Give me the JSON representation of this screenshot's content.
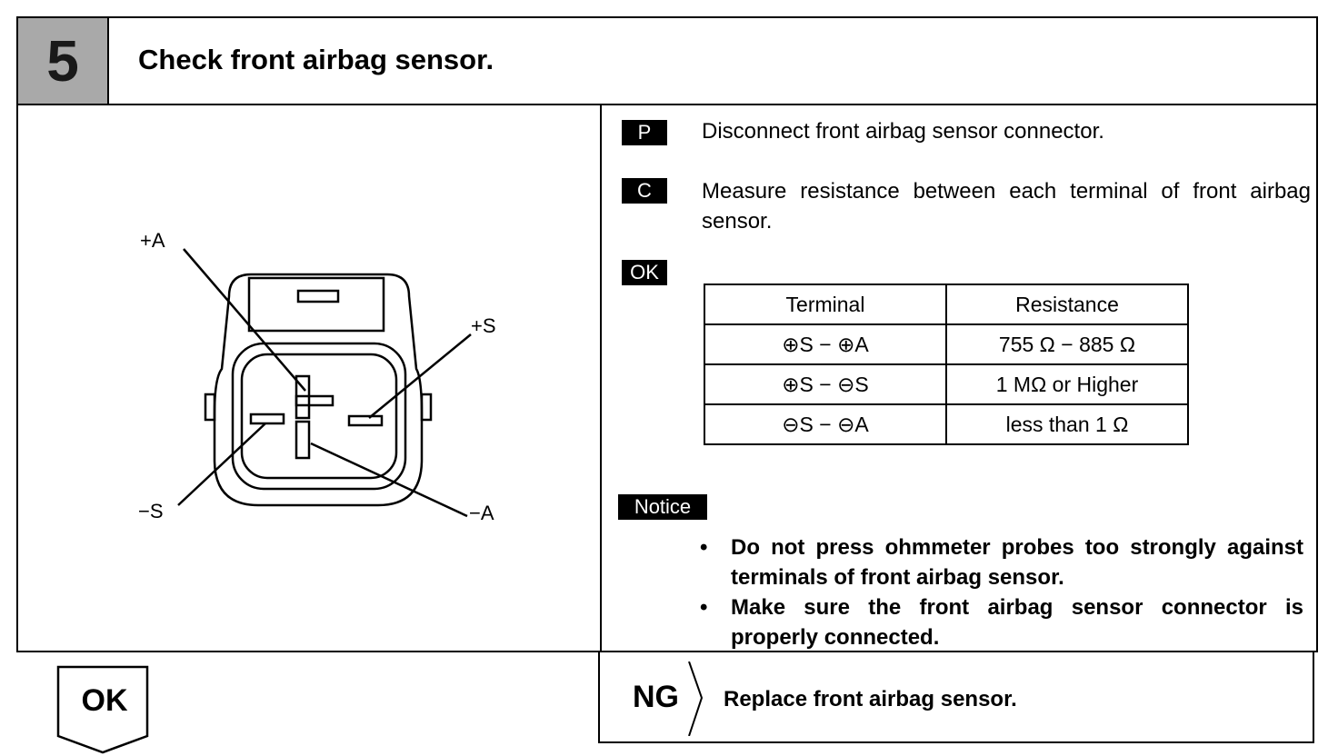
{
  "header": {
    "step_number": "5",
    "title": "Check front airbag sensor."
  },
  "diagram": {
    "labels": {
      "plus_a": "+A",
      "plus_s": "+S",
      "minus_s": "−S",
      "minus_a": "−A"
    }
  },
  "instructions": {
    "prepare_tag": "P",
    "prepare_text": "Disconnect front airbag sensor connector.",
    "check_tag": "C",
    "check_text": "Measure resistance between each terminal of front airbag sensor.",
    "ok_tag": "OK"
  },
  "table": {
    "headers": [
      "Terminal",
      "Resistance"
    ],
    "rows": [
      {
        "terminal": "⊕S − ⊕A",
        "resistance": "755 Ω − 885 Ω"
      },
      {
        "terminal": "⊕S − ⊖S",
        "resistance": "1 MΩ or Higher"
      },
      {
        "terminal": "⊖S − ⊖A",
        "resistance": "less than 1 Ω"
      }
    ]
  },
  "notice": {
    "tag": "Notice",
    "items": [
      "Do not press ohmmeter probes too strongly against terminals of front airbag sensor.",
      "Make sure the front airbag sensor connector is properly connected."
    ]
  },
  "results": {
    "ok_label": "OK",
    "ng_label": "NG",
    "ng_action": "Replace front airbag sensor."
  }
}
